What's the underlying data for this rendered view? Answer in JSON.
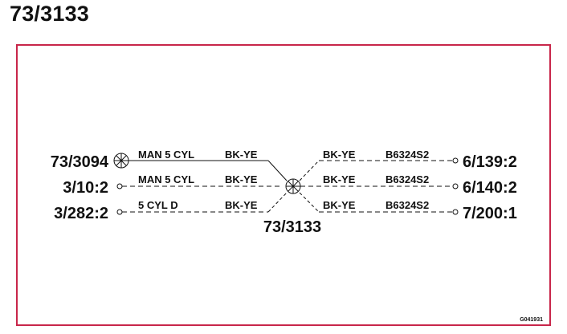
{
  "title": "73/3133",
  "diagram": {
    "center_label": "73/3133",
    "figure_code": "G041931",
    "left": [
      {
        "connector": "73/3094",
        "text": "MAN 5 CYL",
        "color": "BK-YE"
      },
      {
        "connector": "3/10:2",
        "text": "MAN 5 CYL",
        "color": "BK-YE"
      },
      {
        "connector": "3/282:2",
        "text": "5 CYL D",
        "color": "BK-YE"
      }
    ],
    "right": [
      {
        "color": "BK-YE",
        "code": "B6324S2",
        "connector": "6/139:2"
      },
      {
        "color": "BK-YE",
        "code": "B6324S2",
        "connector": "6/140:2"
      },
      {
        "color": "BK-YE",
        "code": "B6324S2",
        "connector": "7/200:1"
      }
    ],
    "colors": {
      "frame": "#c8264a",
      "line": "#111111"
    }
  }
}
